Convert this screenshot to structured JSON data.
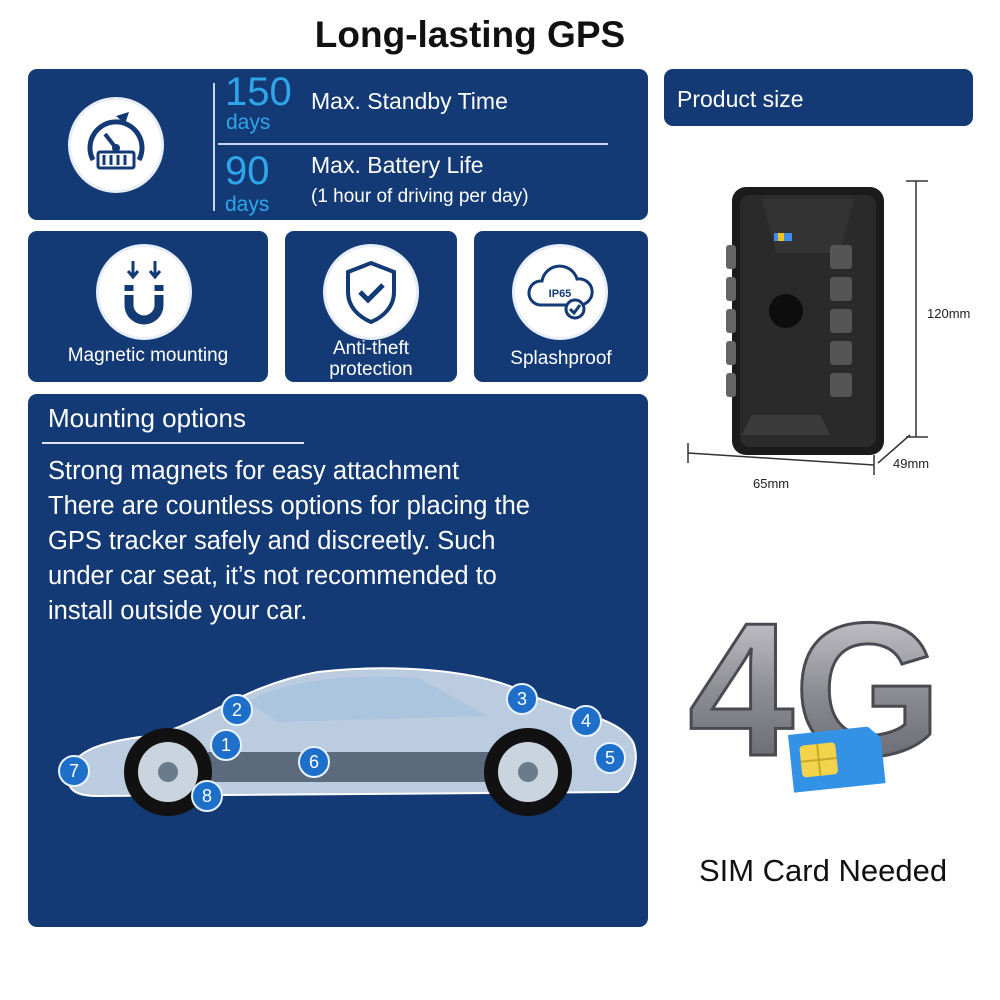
{
  "title": "Long-lasting GPS",
  "battery": {
    "standby_value": "150",
    "standby_unit": "days",
    "standby_label": "Max. Standby Time",
    "life_value": "90",
    "life_unit": "days",
    "life_label": "Max. Battery Life",
    "life_note": "(1 hour of driving per day)"
  },
  "features": [
    {
      "label": "Magnetic mounting",
      "icon": "magnet-icon"
    },
    {
      "label": "Anti-theft protection",
      "icon": "shield-check-icon"
    },
    {
      "label": "Splashproof",
      "icon": "ip65-cloud-icon"
    }
  ],
  "ip_badge_text": "IP65",
  "mounting": {
    "heading": "Mounting options",
    "lines": [
      "Strong magnets for easy attachment",
      "There are countless options for placing the",
      "GPS tracker safely and discreetly. Such",
      "under car seat, it’s not recommended to",
      "install outside your car."
    ],
    "positions": [
      "1",
      "2",
      "3",
      "4",
      "5",
      "6",
      "7",
      "8"
    ]
  },
  "product": {
    "header": "Product size",
    "height": "120mm",
    "width": "65mm",
    "depth": "49mm"
  },
  "network": {
    "logo_text": "4G",
    "sim_label": "SIM Card Needed"
  },
  "colors": {
    "panel": "#133a75",
    "accent": "#2fa5ea",
    "badge": "#1d6fc9"
  }
}
